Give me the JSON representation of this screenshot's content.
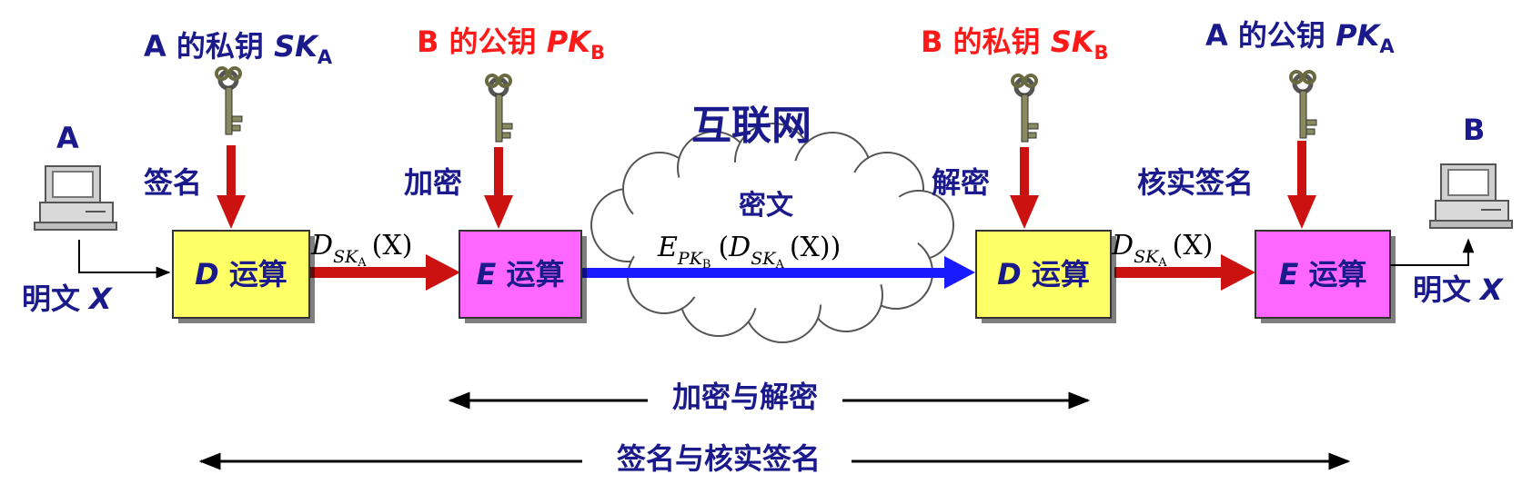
{
  "colors": {
    "navy": "#1a1a8c",
    "red": "#ff1a1a",
    "blue_arrow": "#1a1aff",
    "dark_red_arrow": "#cc1111",
    "yellow_box": "#ffff66",
    "magenta_box": "#ff66ff"
  },
  "left_computer": {
    "name": "A",
    "plaintext": "明文",
    "var": "X"
  },
  "right_computer": {
    "name": "B",
    "plaintext": "明文",
    "var": "X"
  },
  "keys": [
    {
      "owner": "A",
      "middle": " 的私钥 ",
      "key": "SK",
      "sub": "A",
      "color": "navy",
      "step": "签名"
    },
    {
      "owner": "B",
      "middle": " 的公钥 ",
      "key": "PK",
      "sub": "B",
      "color": "red",
      "step": "加密"
    },
    {
      "owner": "B",
      "middle": " 的私钥 ",
      "key": "SK",
      "sub": "B",
      "color": "red",
      "step": "解密"
    },
    {
      "owner": "A",
      "middle": " 的公钥 ",
      "key": "PK",
      "sub": "A",
      "color": "navy",
      "step": "核实签名"
    }
  ],
  "boxes": [
    {
      "op": "D",
      "label": " 运算",
      "fill": "yellow"
    },
    {
      "op": "E",
      "label": " 运算",
      "fill": "magenta"
    },
    {
      "op": "D",
      "label": " 运算",
      "fill": "yellow"
    },
    {
      "op": "E",
      "label": " 运算",
      "fill": "magenta"
    }
  ],
  "signed_formula": {
    "D": "D",
    "SK": "SK",
    "A": "A",
    "X": "(X)"
  },
  "cipher_formula": {
    "E": "E",
    "PK": "PK",
    "B": "B",
    "open": "(",
    "D": "D",
    "SK": "SK",
    "A": "A",
    "X": "(X))"
  },
  "internet": {
    "label": "互联网",
    "ciphertext": "密文"
  },
  "ranges": {
    "enc_dec": "加密与解密",
    "sign_verify": "签名与核实签名"
  }
}
